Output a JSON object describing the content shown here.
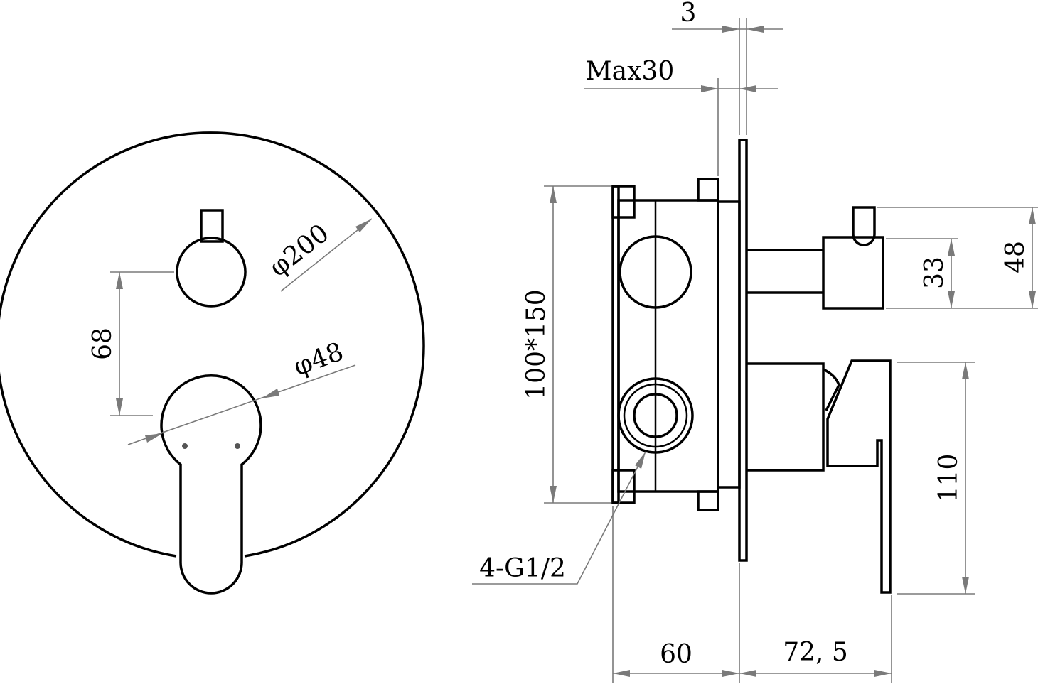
{
  "dimensions": {
    "plate_diameter": "φ200",
    "handle_diameter": "φ48",
    "center_distance": "68",
    "trim_thickness": "3",
    "max_wall": "Max30",
    "box_size": "100*150",
    "connections": "4-G1/2",
    "box_depth": "60",
    "projection": "72, 5",
    "diverter_height": "48",
    "diverter_knob": "33",
    "lever_height": "110"
  }
}
